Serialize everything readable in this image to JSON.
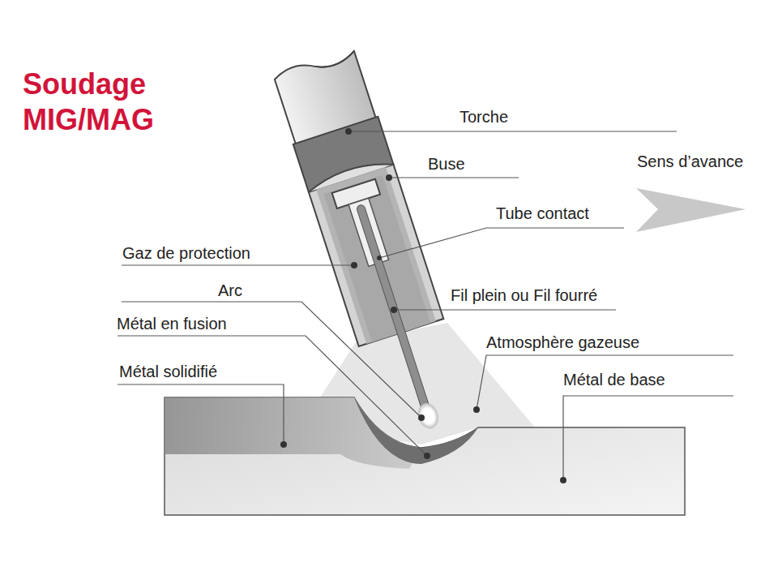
{
  "diagram": {
    "title": "Soudage MIG/MAG",
    "labels": [
      "Torche",
      "Buse",
      "Sens d’avance",
      "Tube contact",
      "Gaz de protection",
      "Arc",
      "Fil plein ou Fil fourré",
      "Métal en fusion",
      "Atmosphère gazeuse",
      "Métal solidifié",
      "Métal de base"
    ]
  }
}
